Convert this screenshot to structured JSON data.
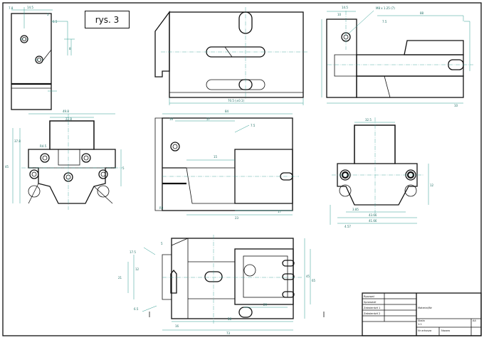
{
  "drawing": {
    "figure_label": "rys. 3"
  },
  "title_block": {
    "rows": [
      {
        "label": "Rysował"
      },
      {
        "label": "Sprawdził"
      },
      {
        "label": "Zatwierdził 1"
      },
      {
        "label": "Zatwierdził 2"
      }
    ],
    "field_material": "Materiał/Nr",
    "field_scale": "Skala",
    "field_sheet": "Nr arkusza",
    "field_number": "Nazwa",
    "value_a": "A4",
    "value_b": "1:1"
  },
  "dimensions": {
    "top_left": [
      "7.8",
      "14.5",
      "5",
      "6.5",
      "8"
    ],
    "top_middle": [
      "70.5 (±0.1)"
    ],
    "top_right": [
      "14.5",
      "10",
      "M8 x 1.25 (7)",
      "7.5",
      "88",
      "10"
    ],
    "mid_left": [
      "49.8",
      "22.8",
      "5",
      "45",
      "37.8",
      "R4.5"
    ],
    "mid_middle": [
      "84",
      "16",
      "57",
      "7.5",
      "15",
      "23",
      "17",
      "R3"
    ],
    "mid_right": [
      "32.5",
      "3.85",
      "43.66",
      "41.66",
      "4.57",
      "12"
    ],
    "bottom": [
      "17.5",
      "5",
      "21",
      "12",
      "45",
      "6.5",
      "56",
      "29",
      "16",
      "73",
      "65"
    ]
  }
}
